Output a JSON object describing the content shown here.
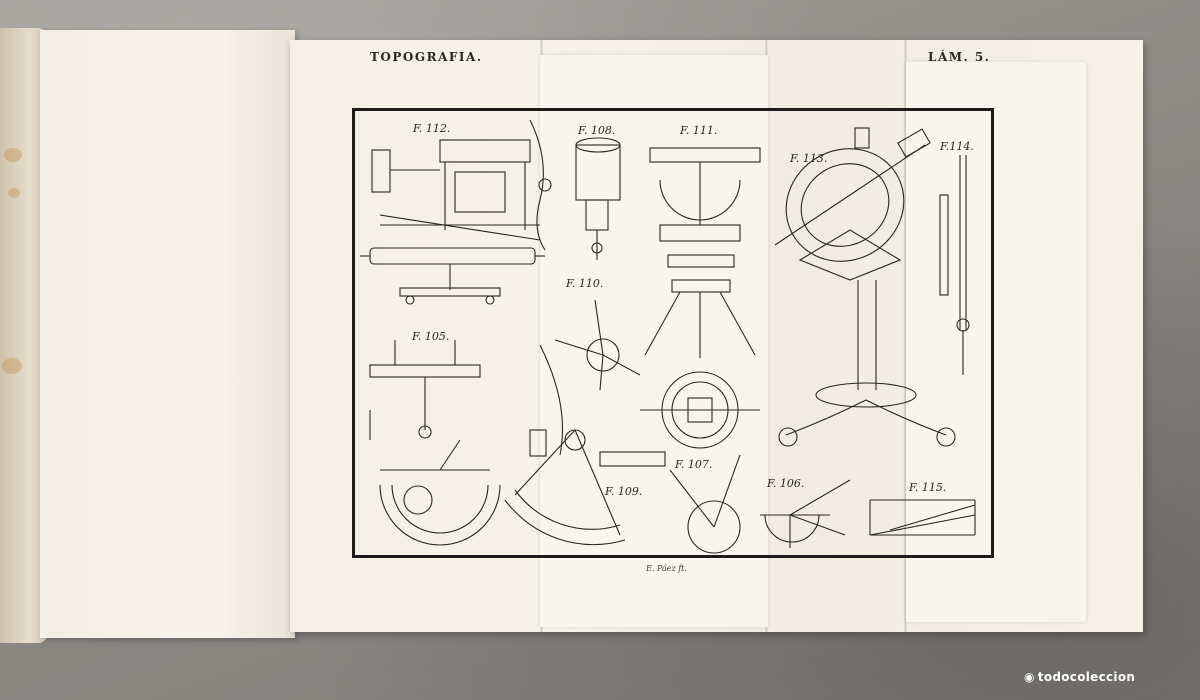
{
  "plate": {
    "title": "TOPOGRAFIA.",
    "plate_number": "LÁM. 5.",
    "credit": "E. Páez ft.",
    "figures": [
      {
        "id": "f112",
        "label": "F. 112."
      },
      {
        "id": "f108",
        "label": "F. 108."
      },
      {
        "id": "f111",
        "label": "F. 111."
      },
      {
        "id": "f113",
        "label": "F. 113."
      },
      {
        "id": "f114",
        "label": "F.114."
      },
      {
        "id": "f110",
        "label": "F. 110."
      },
      {
        "id": "f105",
        "label": "F. 105."
      },
      {
        "id": "f109",
        "label": "F. 109."
      },
      {
        "id": "f107",
        "label": "F. 107."
      },
      {
        "id": "f106",
        "label": "F. 106."
      },
      {
        "id": "f115",
        "label": "F. 115."
      }
    ]
  },
  "watermark": {
    "icon": "todocoleccion-logo-icon",
    "text": "todocoleccion"
  },
  "colors": {
    "paper": "#f4f0e7",
    "ink": "#1e1c1a",
    "cloth": "#8f8c88"
  }
}
